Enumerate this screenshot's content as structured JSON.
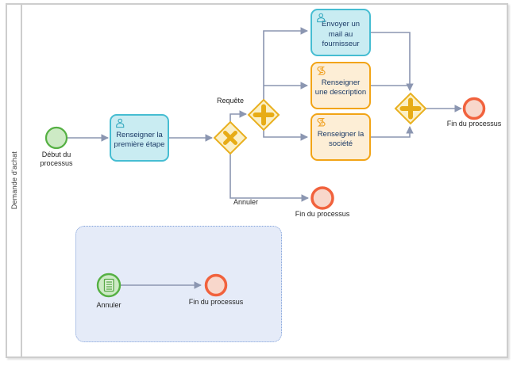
{
  "pool": {
    "label": "Demande d'achat"
  },
  "process": {
    "start_event": {
      "label": "Début du processus"
    },
    "task_premiere_etape": {
      "label": "Renseigner la première étape"
    },
    "flow_requete": {
      "label": "Requête"
    },
    "flow_annuler": {
      "label": "Annuler"
    },
    "task_envoyer_mail": {
      "label": "Envoyer un mail au fournisseur"
    },
    "task_description": {
      "label": "Renseigner une description"
    },
    "task_societe": {
      "label": "Renseigner la société"
    },
    "end_event_principal": {
      "label": "Fin du processus"
    },
    "end_event_annuler": {
      "label": "Fin du processus"
    }
  },
  "event_subprocess": {
    "start_event_annuler": {
      "label": "Annuler"
    },
    "end_event": {
      "label": "Fin du processus"
    }
  },
  "colors": {
    "flow_line": "#8b96b1",
    "user_task_fill": "#c9ecf2",
    "user_task_border": "#46bdd2",
    "script_task_fill": "#fdeed6",
    "script_task_border": "#f2a416",
    "gateway_fill": "#fbf0c7",
    "gateway_border": "#e9b01f",
    "gateway_symbol": "#e7ac16",
    "start_event_border": "#55b043",
    "start_event_fill": "#cdeac5",
    "end_event_border": "#f1623d",
    "end_event_fill": "#f8d7cb",
    "subprocess_fill": "#e5ebf8",
    "subprocess_border": "#7e9fd9",
    "pool_border": "#cdcdcd"
  }
}
